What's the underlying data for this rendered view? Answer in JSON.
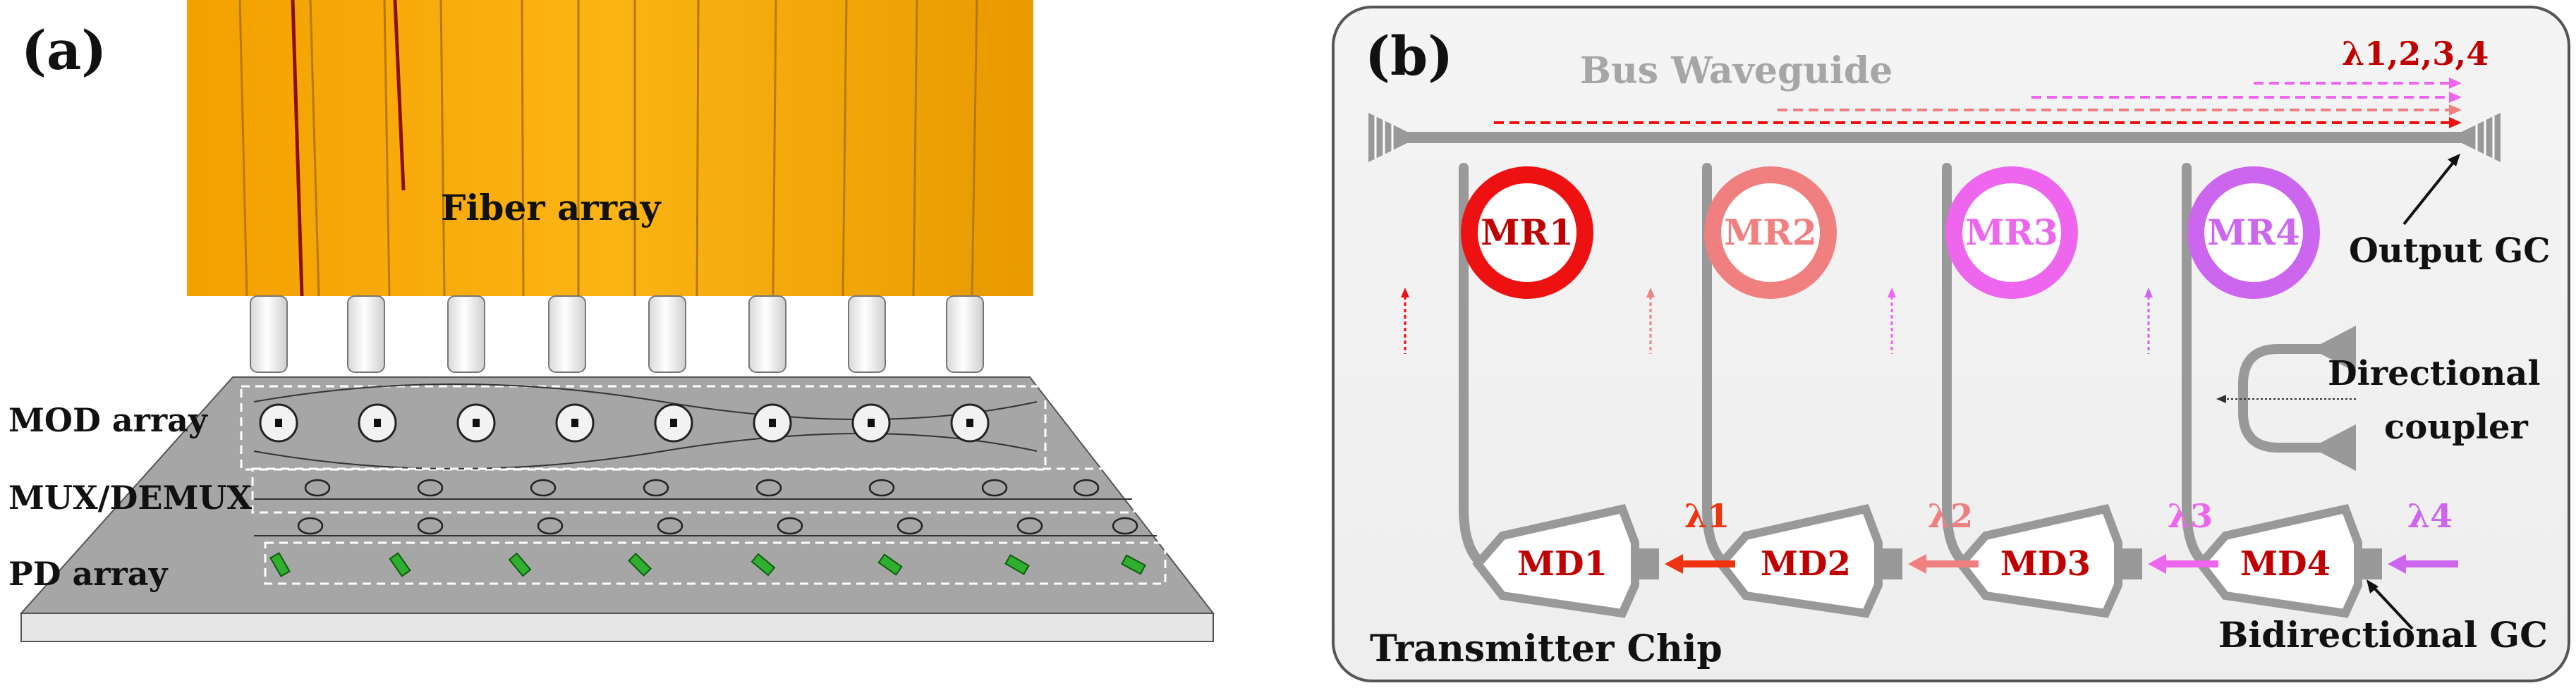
{
  "panel_a": {
    "tag": "(a)",
    "fiber_array": "Fiber array",
    "mod_array": "MOD array",
    "mux_demux": "MUX/DEMUX",
    "pd_array": "PD array"
  },
  "panel_b": {
    "tag": "(b)",
    "bus_waveguide": "Bus Waveguide",
    "lambda_all": "λ1,2,3,4",
    "output_gc": "Output GC",
    "directional_coupler_line1": "Directional",
    "directional_coupler_line2": "coupler",
    "transmitter_chip": "Transmitter Chip",
    "bidirectional_gc": "Bidirectional GC",
    "rings": [
      {
        "label": "MR1",
        "color": "#ee1111"
      },
      {
        "label": "MR2",
        "color": "#f07f7f"
      },
      {
        "label": "MR3",
        "color": "#ee66ee"
      },
      {
        "label": "MR4",
        "color": "#cc66ee"
      }
    ],
    "detectors": [
      {
        "label": "MD1",
        "lambda": "λ1",
        "color": "#ee3311"
      },
      {
        "label": "MD2",
        "lambda": "λ2",
        "color": "#f07f7f"
      },
      {
        "label": "MD3",
        "lambda": "λ3",
        "color": "#ee66ee"
      },
      {
        "label": "MD4",
        "lambda": "λ4",
        "color": "#cc66ee"
      }
    ]
  },
  "colors": {
    "fiber": "#f7ab00",
    "chip": "#a5a5a5",
    "waveguide": "#9e9e9e",
    "label_dark_red": "#c00000"
  }
}
